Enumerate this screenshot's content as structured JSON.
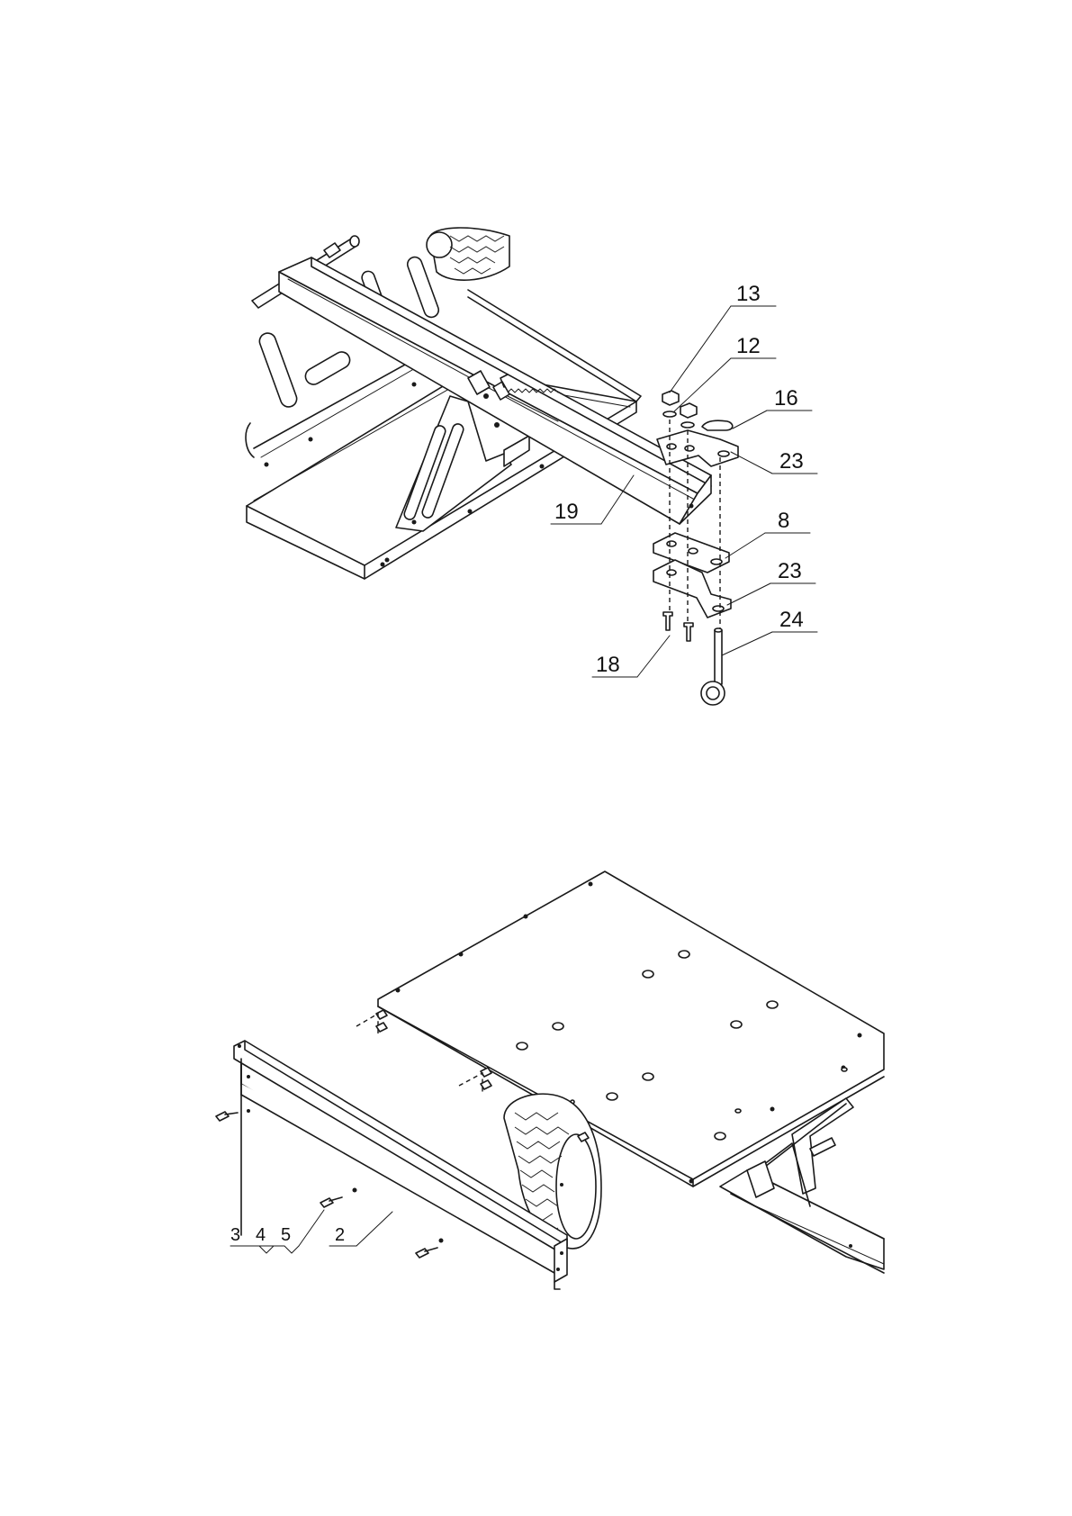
{
  "top_diagram": {
    "callouts": [
      {
        "id": "c13",
        "label": "13"
      },
      {
        "id": "c12",
        "label": "12"
      },
      {
        "id": "c16",
        "label": "16"
      },
      {
        "id": "c23a",
        "label": "23"
      },
      {
        "id": "c19",
        "label": "19"
      },
      {
        "id": "c8",
        "label": "8"
      },
      {
        "id": "c23b",
        "label": "23"
      },
      {
        "id": "c24",
        "label": "24"
      },
      {
        "id": "c18",
        "label": "18"
      }
    ]
  },
  "bottom_diagram": {
    "callouts": [
      {
        "id": "c3",
        "label": "3"
      },
      {
        "id": "c4",
        "label": "4"
      },
      {
        "id": "c5",
        "label": "5"
      },
      {
        "id": "c2",
        "label": "2"
      }
    ]
  },
  "colors": {
    "line": "#1a1a1a",
    "background": "#ffffff"
  }
}
